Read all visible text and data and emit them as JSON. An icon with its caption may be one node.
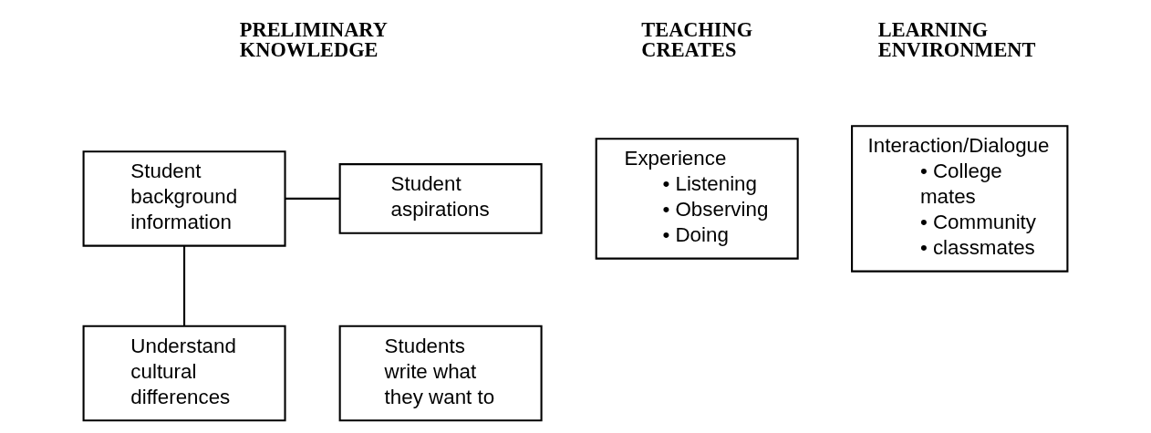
{
  "diagram": {
    "nodes": [
      {
        "text": [
          "Student background information"
        ]
      },
      {
        "text": [
          "Student aspirations"
        ]
      },
      {
        "text": [
          "Experience",
          "• Listening",
          "• Observing",
          "• Doing"
        ]
      },
      {
        "text": [
          "Interaction/Dialogue",
          "• College mates",
          "• Community",
          "• classmates"
        ]
      },
      {
        "text": [
          "Understand cultural differences"
        ]
      },
      {
        "text": [
          "Students write what they want to"
        ]
      }
    ],
    "edges": [
      {
        "from": 0,
        "to": 1,
        "arrow": "none"
      },
      {
        "from": 0,
        "to": 4,
        "arrow": "none"
      }
    ],
    "labels": [
      "PRELIMINARY KNOWLEDGE",
      "TEACHING CREATES",
      "LEARNING ENVIRONMENT"
    ]
  }
}
